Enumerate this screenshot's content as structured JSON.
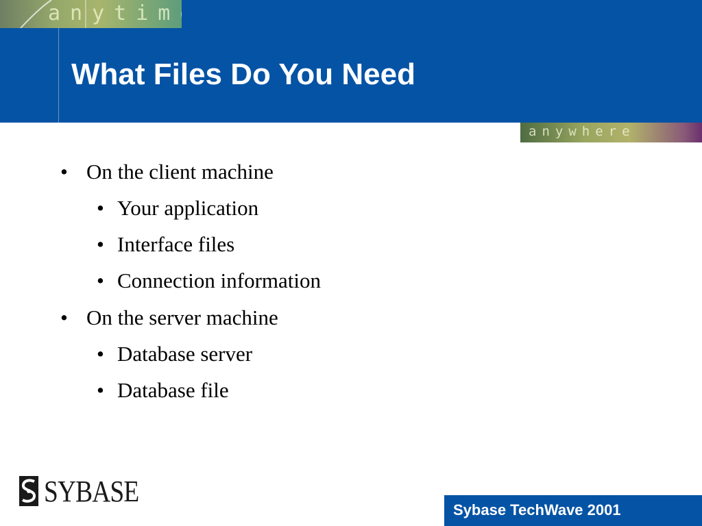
{
  "slide": {
    "title": "What Files Do You Need",
    "banner_top_word": "anytime",
    "banner_bottom_word": "anywhere",
    "bullet_symbol": "•",
    "bullets": [
      {
        "level": 1,
        "text": "On the client machine"
      },
      {
        "level": 2,
        "text": "Your application"
      },
      {
        "level": 2,
        "text": "Interface files"
      },
      {
        "level": 2,
        "text": "Connection information"
      },
      {
        "level": 1,
        "text": "On the server machine"
      },
      {
        "level": 2,
        "text": "Database server"
      },
      {
        "level": 2,
        "text": "Database file"
      }
    ],
    "logo_text": "SYBASE",
    "footer": "Sybase TechWave 2001"
  },
  "colors": {
    "header_blue": "#0553a5",
    "title_text": "#ffffff",
    "body_text": "#000000"
  }
}
